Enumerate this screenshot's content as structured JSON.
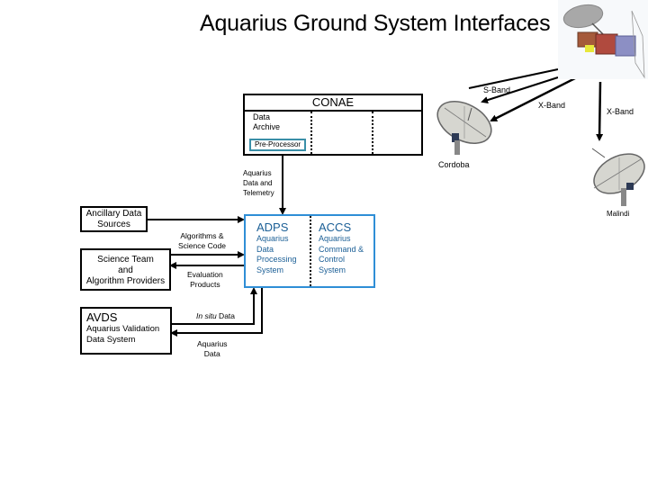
{
  "title": "Aquarius Ground System Interfaces",
  "satellite": {
    "icon": "satellite-icon"
  },
  "links": {
    "s_band": "S-Band",
    "x_band_cordoba": "X-Band",
    "x_band_malindi": "X-Band"
  },
  "ground_stations": {
    "cordoba": {
      "label": "Cordoba",
      "icon": "antenna-dish-icon"
    },
    "malindi": {
      "label": "Malindi",
      "icon": "antenna-dish-icon"
    }
  },
  "conae": {
    "title": "CONAE",
    "data_archive": [
      "Data",
      "Archive"
    ],
    "pre_processor": "Pre-Processor"
  },
  "aquarius_data_telemetry": [
    "Aquarius",
    "Data and",
    "Telemetry"
  ],
  "adps": {
    "title": "ADPS",
    "subtitle": [
      "Aquarius",
      "Data",
      "Processing",
      "System"
    ]
  },
  "accs": {
    "title": "ACCS",
    "subtitle": [
      "Aquarius",
      "Command &",
      "Control",
      "System"
    ]
  },
  "ancillary": [
    "Ancillary Data",
    "Sources"
  ],
  "science_team": [
    "Science Team",
    "and",
    "Algorithm Providers"
  ],
  "avds": {
    "title": "AVDS",
    "subtitle": [
      "Aquarius Validation",
      "Data System"
    ]
  },
  "flows": {
    "algorithms": [
      "Algorithms &",
      "Science Code"
    ],
    "evaluation": [
      "Evaluation",
      "Products"
    ],
    "insitu": {
      "italic": "In situ",
      "rest": " Data"
    },
    "aquarius_data": [
      "Aquarius",
      "Data"
    ]
  },
  "colors": {
    "adps_border": "#2f8ed6",
    "adps_text": "#1b5f96",
    "preproc_border": "#3a8fa8"
  }
}
